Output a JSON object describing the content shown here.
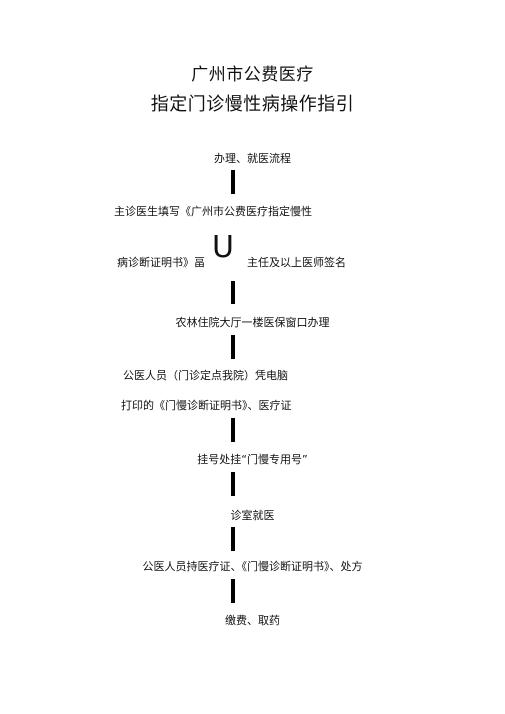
{
  "document": {
    "title_line1": "广州市公费医疗",
    "title_line2": "指定门诊慢性病操作指引",
    "steps": {
      "s1": "办理、就医流程",
      "s2a": "主诊医生填写《广州市公费医疗指定慢性",
      "s2b_left": "病诊断证明书》畐",
      "s2b_glyph": "U",
      "s2b_right": "主任及以上医师签名",
      "s3": "农林住院大厅一楼医保窗口办理",
      "s4a": "公医人员（门诊定点我院）凭电脑",
      "s4b": "打印的《门慢诊断证明书》、医疗证",
      "s5": "挂号处挂“门慢专用号”",
      "s6": "诊室就医",
      "s7": "公医人员持医疗证、《门慢诊断证明书》、处方",
      "s8": "缴费、取药"
    }
  }
}
